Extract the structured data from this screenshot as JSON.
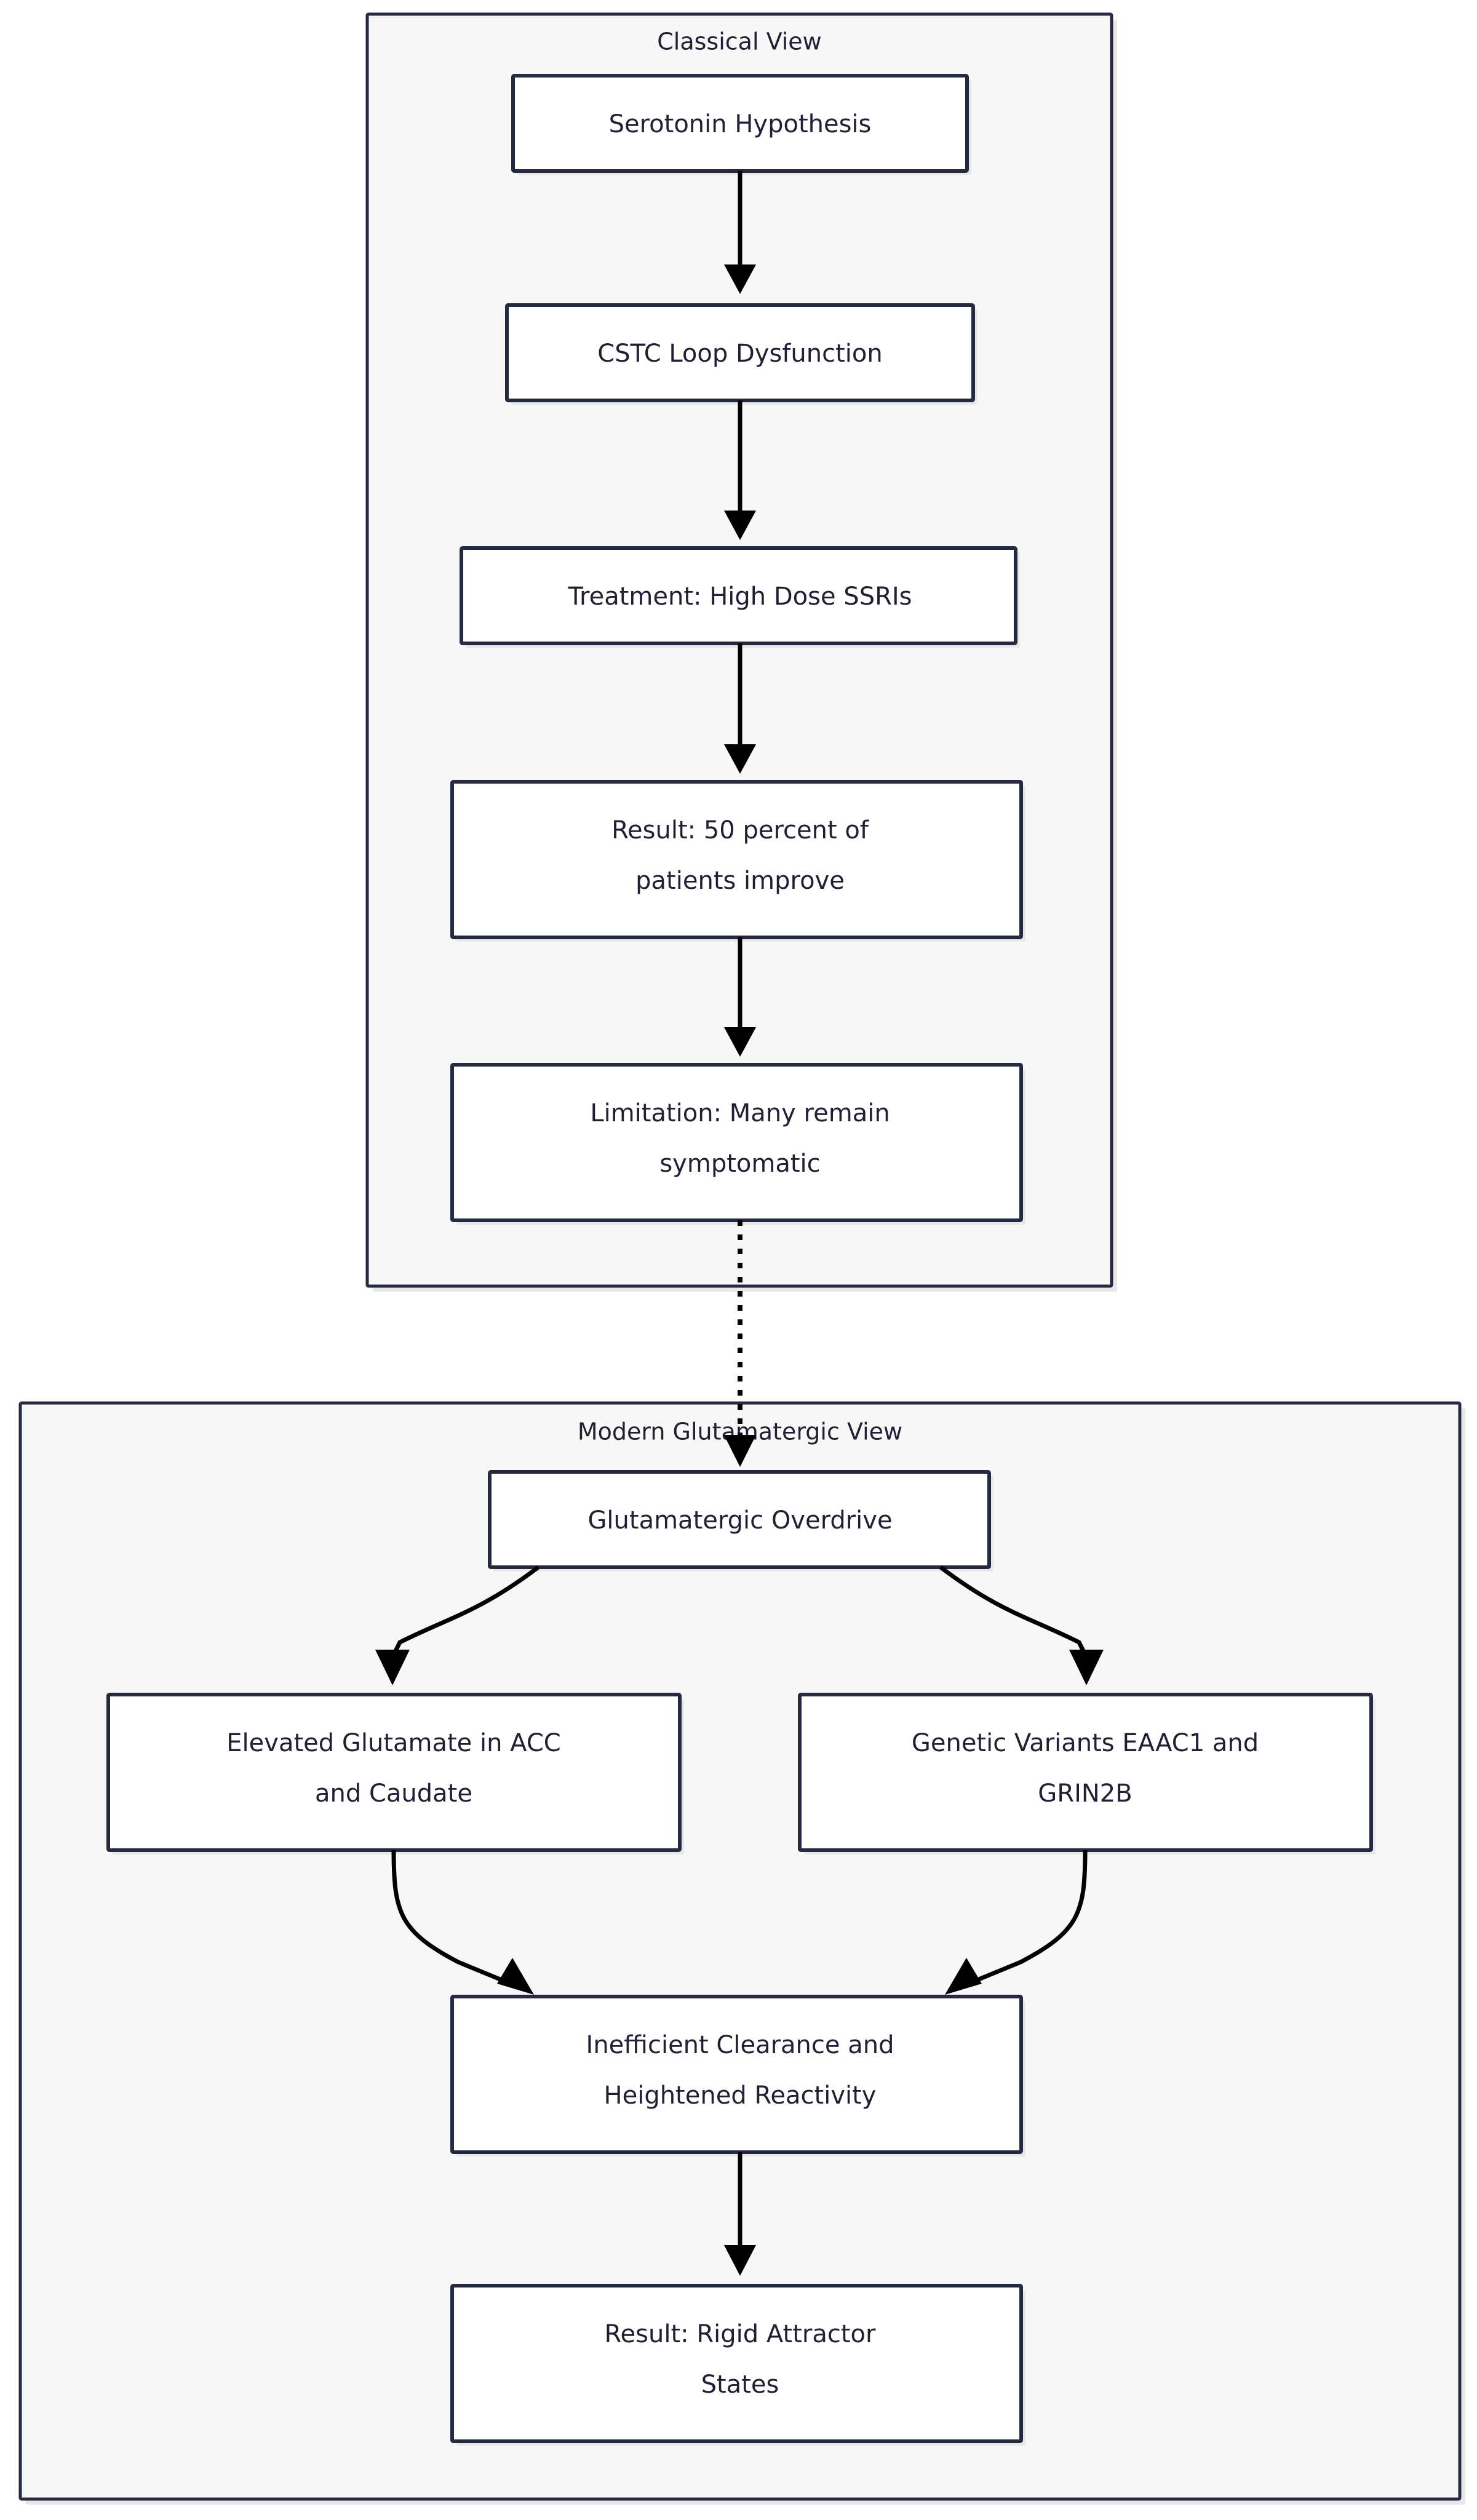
{
  "diagram": {
    "type": "flowchart",
    "direction": "top-down",
    "background_color": "#ffffff",
    "node_fill": "#ffffff",
    "node_border_color": "#252a41",
    "subgraph_fill": "#f7f7f7",
    "subgraph_border_color": "#252a41",
    "text_color": "#1f2033",
    "edge_color": "#000000",
    "subgraphs": [
      {
        "id": "classical",
        "title": "Classical View",
        "nodes": [
          {
            "id": "serotonin",
            "lines": [
              "Serotonin Hypothesis"
            ]
          },
          {
            "id": "cstc",
            "lines": [
              "CSTC Loop Dysfunction"
            ]
          },
          {
            "id": "treatment",
            "lines": [
              "Treatment: High Dose SSRIs"
            ]
          },
          {
            "id": "result50",
            "lines": [
              "Result: 50 percent of",
              "patients improve"
            ]
          },
          {
            "id": "limitation",
            "lines": [
              "Limitation: Many remain",
              "symptomatic"
            ]
          }
        ]
      },
      {
        "id": "modern",
        "title": "Modern Glutamatergic View",
        "nodes": [
          {
            "id": "overdrive",
            "lines": [
              "Glutamatergic Overdrive"
            ]
          },
          {
            "id": "elevated",
            "lines": [
              "Elevated Glutamate in ACC",
              "and Caudate"
            ]
          },
          {
            "id": "genetic",
            "lines": [
              "Genetic Variants EAAC1 and",
              "GRIN2B"
            ]
          },
          {
            "id": "clearance",
            "lines": [
              "Inefficient Clearance and",
              "Heightened Reactivity"
            ]
          },
          {
            "id": "rigid",
            "lines": [
              "Result: Rigid Attractor",
              "States"
            ]
          }
        ]
      }
    ],
    "edges": [
      {
        "from": "serotonin",
        "to": "cstc",
        "style": "solid"
      },
      {
        "from": "cstc",
        "to": "treatment",
        "style": "solid"
      },
      {
        "from": "treatment",
        "to": "result50",
        "style": "solid"
      },
      {
        "from": "result50",
        "to": "limitation",
        "style": "solid"
      },
      {
        "from": "limitation",
        "to": "overdrive",
        "style": "dotted"
      },
      {
        "from": "overdrive",
        "to": "elevated",
        "style": "solid"
      },
      {
        "from": "overdrive",
        "to": "genetic",
        "style": "solid"
      },
      {
        "from": "elevated",
        "to": "clearance",
        "style": "solid"
      },
      {
        "from": "genetic",
        "to": "clearance",
        "style": "solid"
      },
      {
        "from": "clearance",
        "to": "rigid",
        "style": "solid"
      }
    ]
  }
}
